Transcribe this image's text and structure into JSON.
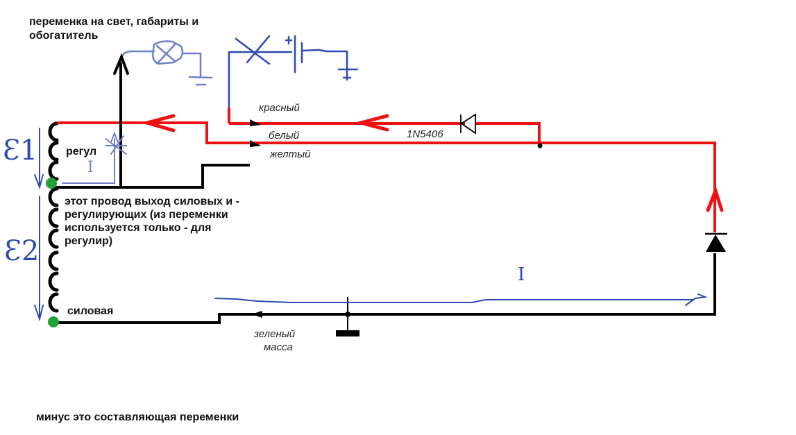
{
  "diagram": {
    "title": "переменка на свет, габариты и обогатитель",
    "footer_note": "минус это составляющая переменки",
    "coil_labels": {
      "regul": "регул",
      "silovaya": "силовая",
      "middle_note": "этот провод выход силовых и - регулирующих (из переменки используется только - для регулир)"
    },
    "wire_labels": {
      "red": "красный",
      "white": "белый",
      "yellow": "желтый",
      "green": "зеленый",
      "ground": "масса"
    },
    "diode_label": "1N5406",
    "emf_labels": {
      "e1": "Ɛ1",
      "e2": "Ɛ2"
    },
    "current_labels": {
      "i_small": "I",
      "i_main": "I"
    },
    "colors": {
      "red_wire": "#ee1111",
      "black_wire": "#000000",
      "blue_sketch": "#2d49b3",
      "light_blue_sketch": "#6f80c8",
      "node_green": "#22a03a"
    }
  }
}
